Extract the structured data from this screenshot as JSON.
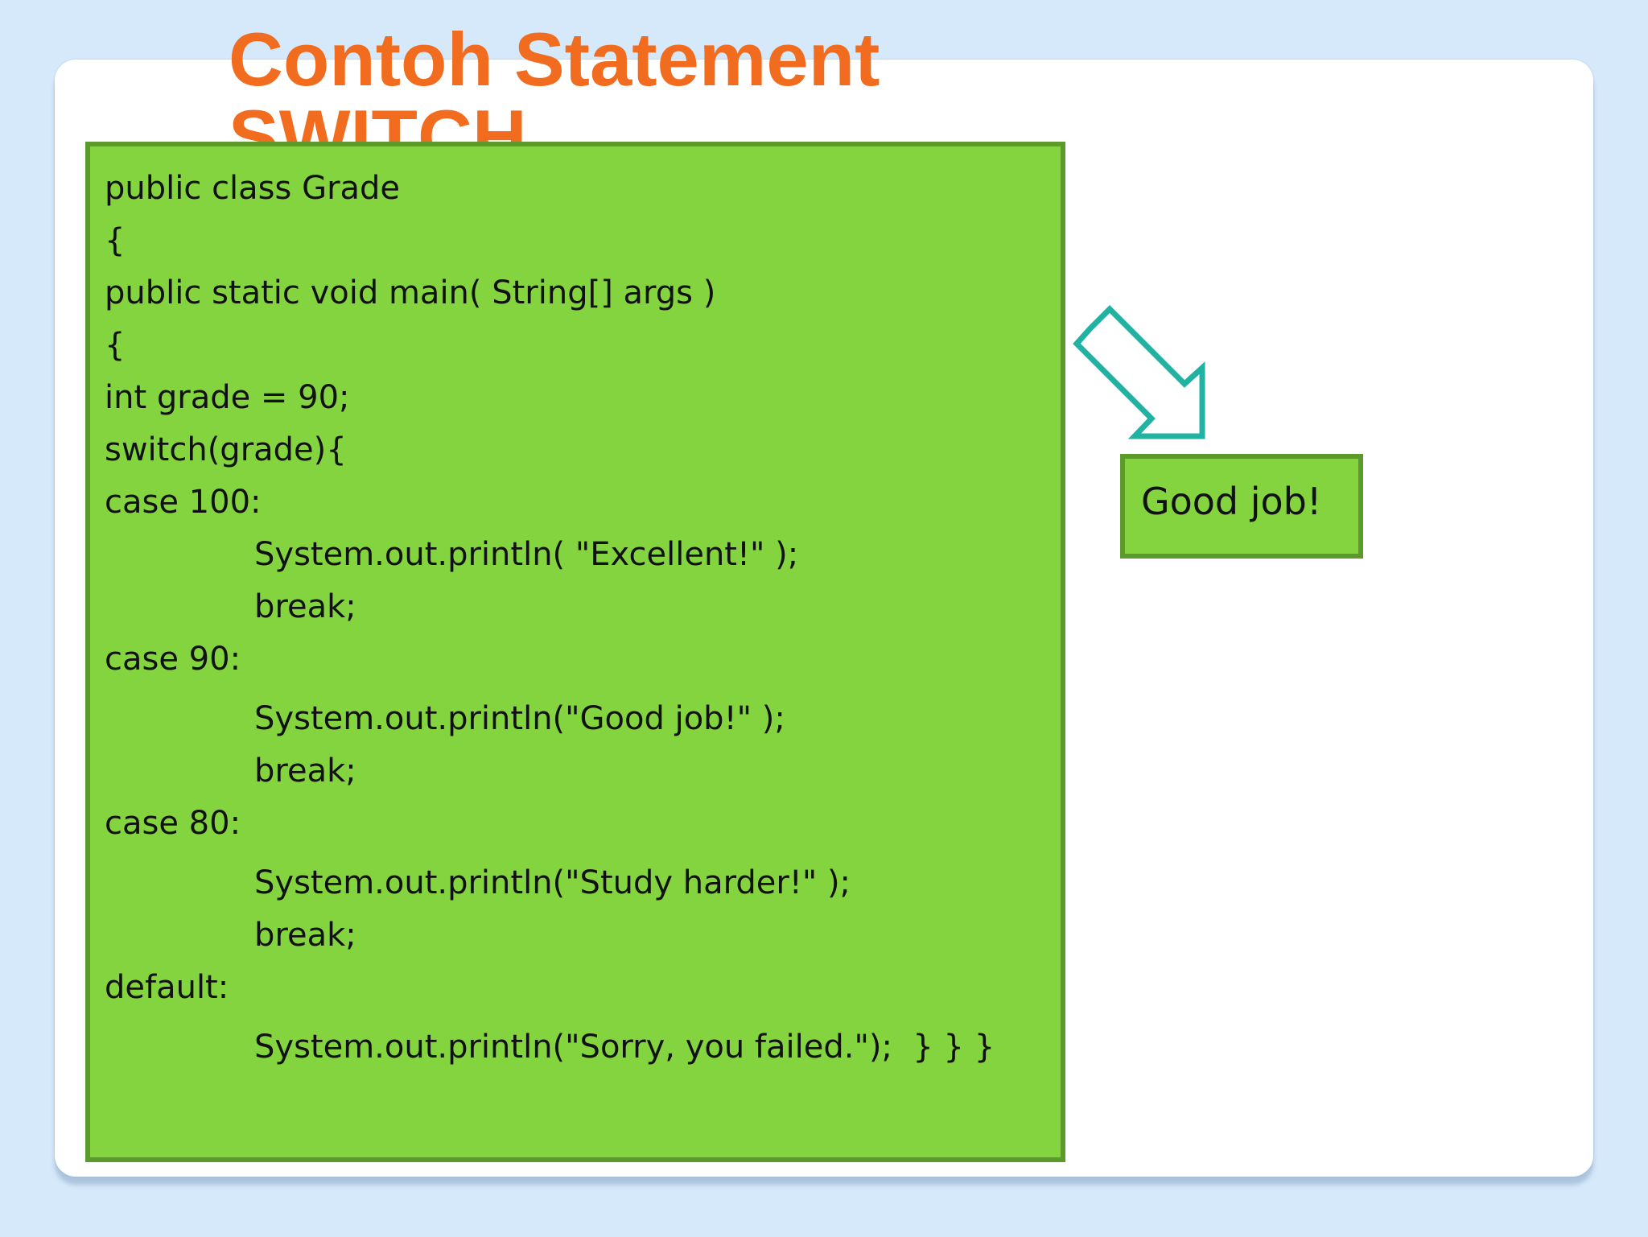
{
  "slide": {
    "title": "Contoh Statement SWITCH",
    "code_lines": [
      {
        "text": "public class Grade",
        "indent": false
      },
      {
        "text": "{",
        "indent": false
      },
      {
        "text": "public static void main( String[] args )",
        "indent": false
      },
      {
        "text": "{",
        "indent": false
      },
      {
        "text": "int grade = 90;",
        "indent": false
      },
      {
        "text": "switch(grade){",
        "indent": false
      },
      {
        "text": "case 100:",
        "indent": false
      },
      {
        "text": "System.out.println( \"Excellent!\" );",
        "indent": true
      },
      {
        "text": "break;",
        "indent": true
      },
      {
        "text": "case 90:",
        "indent": false
      },
      {
        "text": "System.out.println(\"Good job!\" );",
        "indent": true
      },
      {
        "text": "break;",
        "indent": true
      },
      {
        "text": "case 80:",
        "indent": false
      },
      {
        "text": "System.out.println(\"Study harder!\" );",
        "indent": true
      },
      {
        "text": "break;",
        "indent": true
      },
      {
        "text": "default:",
        "indent": false
      },
      {
        "text": "System.out.println(\"Sorry, you failed.\");  } } }",
        "indent": true
      }
    ],
    "output": "Good job!",
    "arrow_icon": "arrow-down-right-icon",
    "colors": {
      "background": "#d6e9fb",
      "title": "#f26c1f",
      "box_fill": "#83d43f",
      "box_border": "#5b9a2b",
      "arrow": "#20b2a2"
    }
  }
}
